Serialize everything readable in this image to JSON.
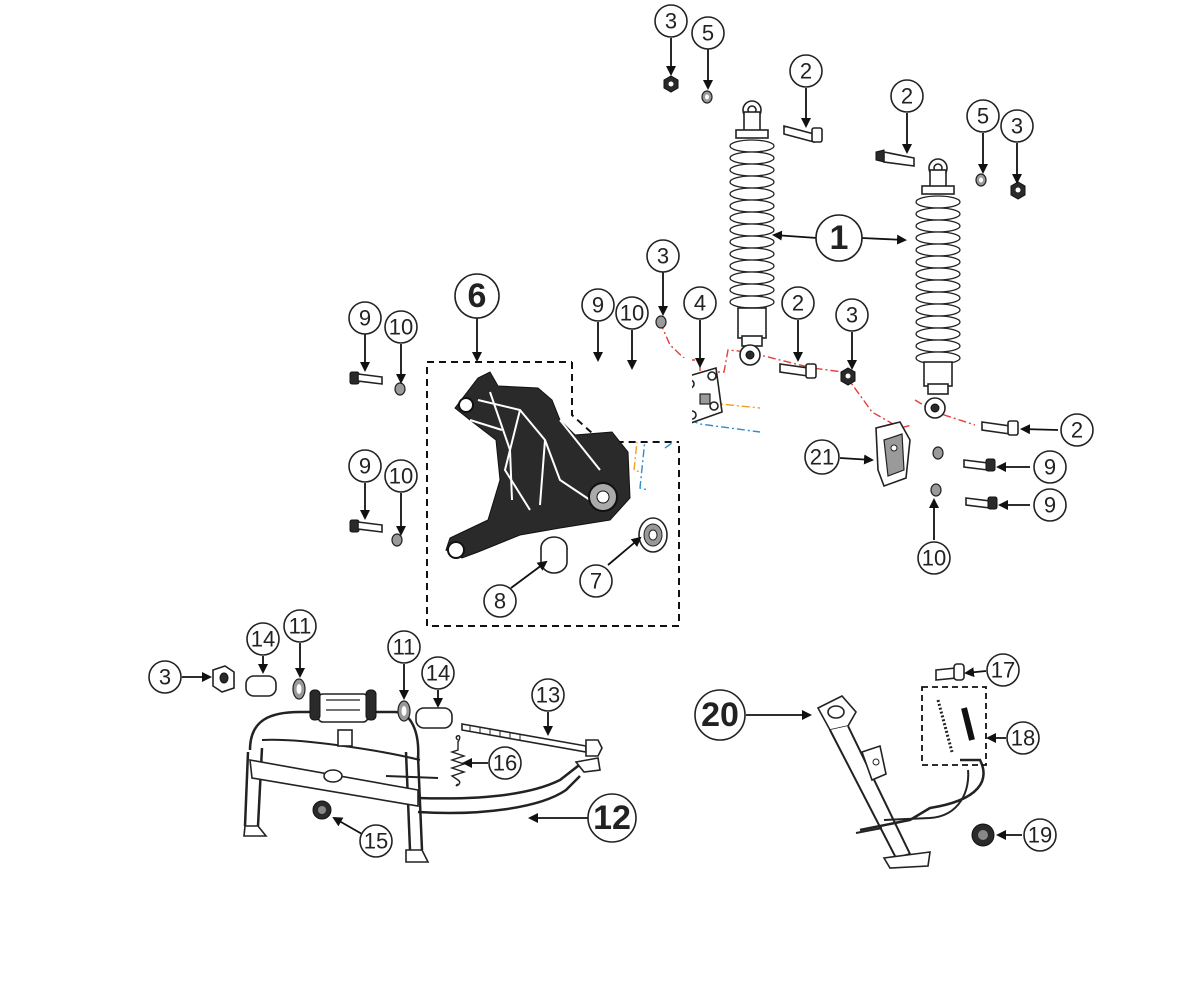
{
  "diagram": {
    "callouts": [
      {
        "id": "c3a",
        "label": "3"
      },
      {
        "id": "c5a",
        "label": "5"
      },
      {
        "id": "c2a",
        "label": "2"
      },
      {
        "id": "c2b",
        "label": "2"
      },
      {
        "id": "c5b",
        "label": "5"
      },
      {
        "id": "c3b",
        "label": "3"
      },
      {
        "id": "c1",
        "label": "1"
      },
      {
        "id": "c3c",
        "label": "3"
      },
      {
        "id": "c6",
        "label": "6"
      },
      {
        "id": "c9a",
        "label": "9"
      },
      {
        "id": "c10a",
        "label": "10"
      },
      {
        "id": "c9b",
        "label": "9"
      },
      {
        "id": "c10b",
        "label": "10"
      },
      {
        "id": "c4",
        "label": "4"
      },
      {
        "id": "c2c",
        "label": "2"
      },
      {
        "id": "c3d",
        "label": "3"
      },
      {
        "id": "c9c",
        "label": "9"
      },
      {
        "id": "c10c",
        "label": "10"
      },
      {
        "id": "c2d",
        "label": "2"
      },
      {
        "id": "c21",
        "label": "21"
      },
      {
        "id": "c9d",
        "label": "9"
      },
      {
        "id": "c9e",
        "label": "9"
      },
      {
        "id": "c10d",
        "label": "10"
      },
      {
        "id": "c7",
        "label": "7"
      },
      {
        "id": "c8",
        "label": "8"
      },
      {
        "id": "c11a",
        "label": "11"
      },
      {
        "id": "c14a",
        "label": "14"
      },
      {
        "id": "c3e",
        "label": "3"
      },
      {
        "id": "c11b",
        "label": "11"
      },
      {
        "id": "c14b",
        "label": "14"
      },
      {
        "id": "c13",
        "label": "13"
      },
      {
        "id": "c16",
        "label": "16"
      },
      {
        "id": "c12",
        "label": "12"
      },
      {
        "id": "c15",
        "label": "15"
      },
      {
        "id": "c20",
        "label": "20"
      },
      {
        "id": "c17",
        "label": "17"
      },
      {
        "id": "c18",
        "label": "18"
      },
      {
        "id": "c19",
        "label": "19"
      }
    ],
    "colors": {
      "line": "#222222",
      "red_guide": "#e0403a",
      "orange_guide": "#f0a020",
      "blue_guide": "#2a8fd0",
      "dark_part": "#2a2a2a"
    }
  }
}
